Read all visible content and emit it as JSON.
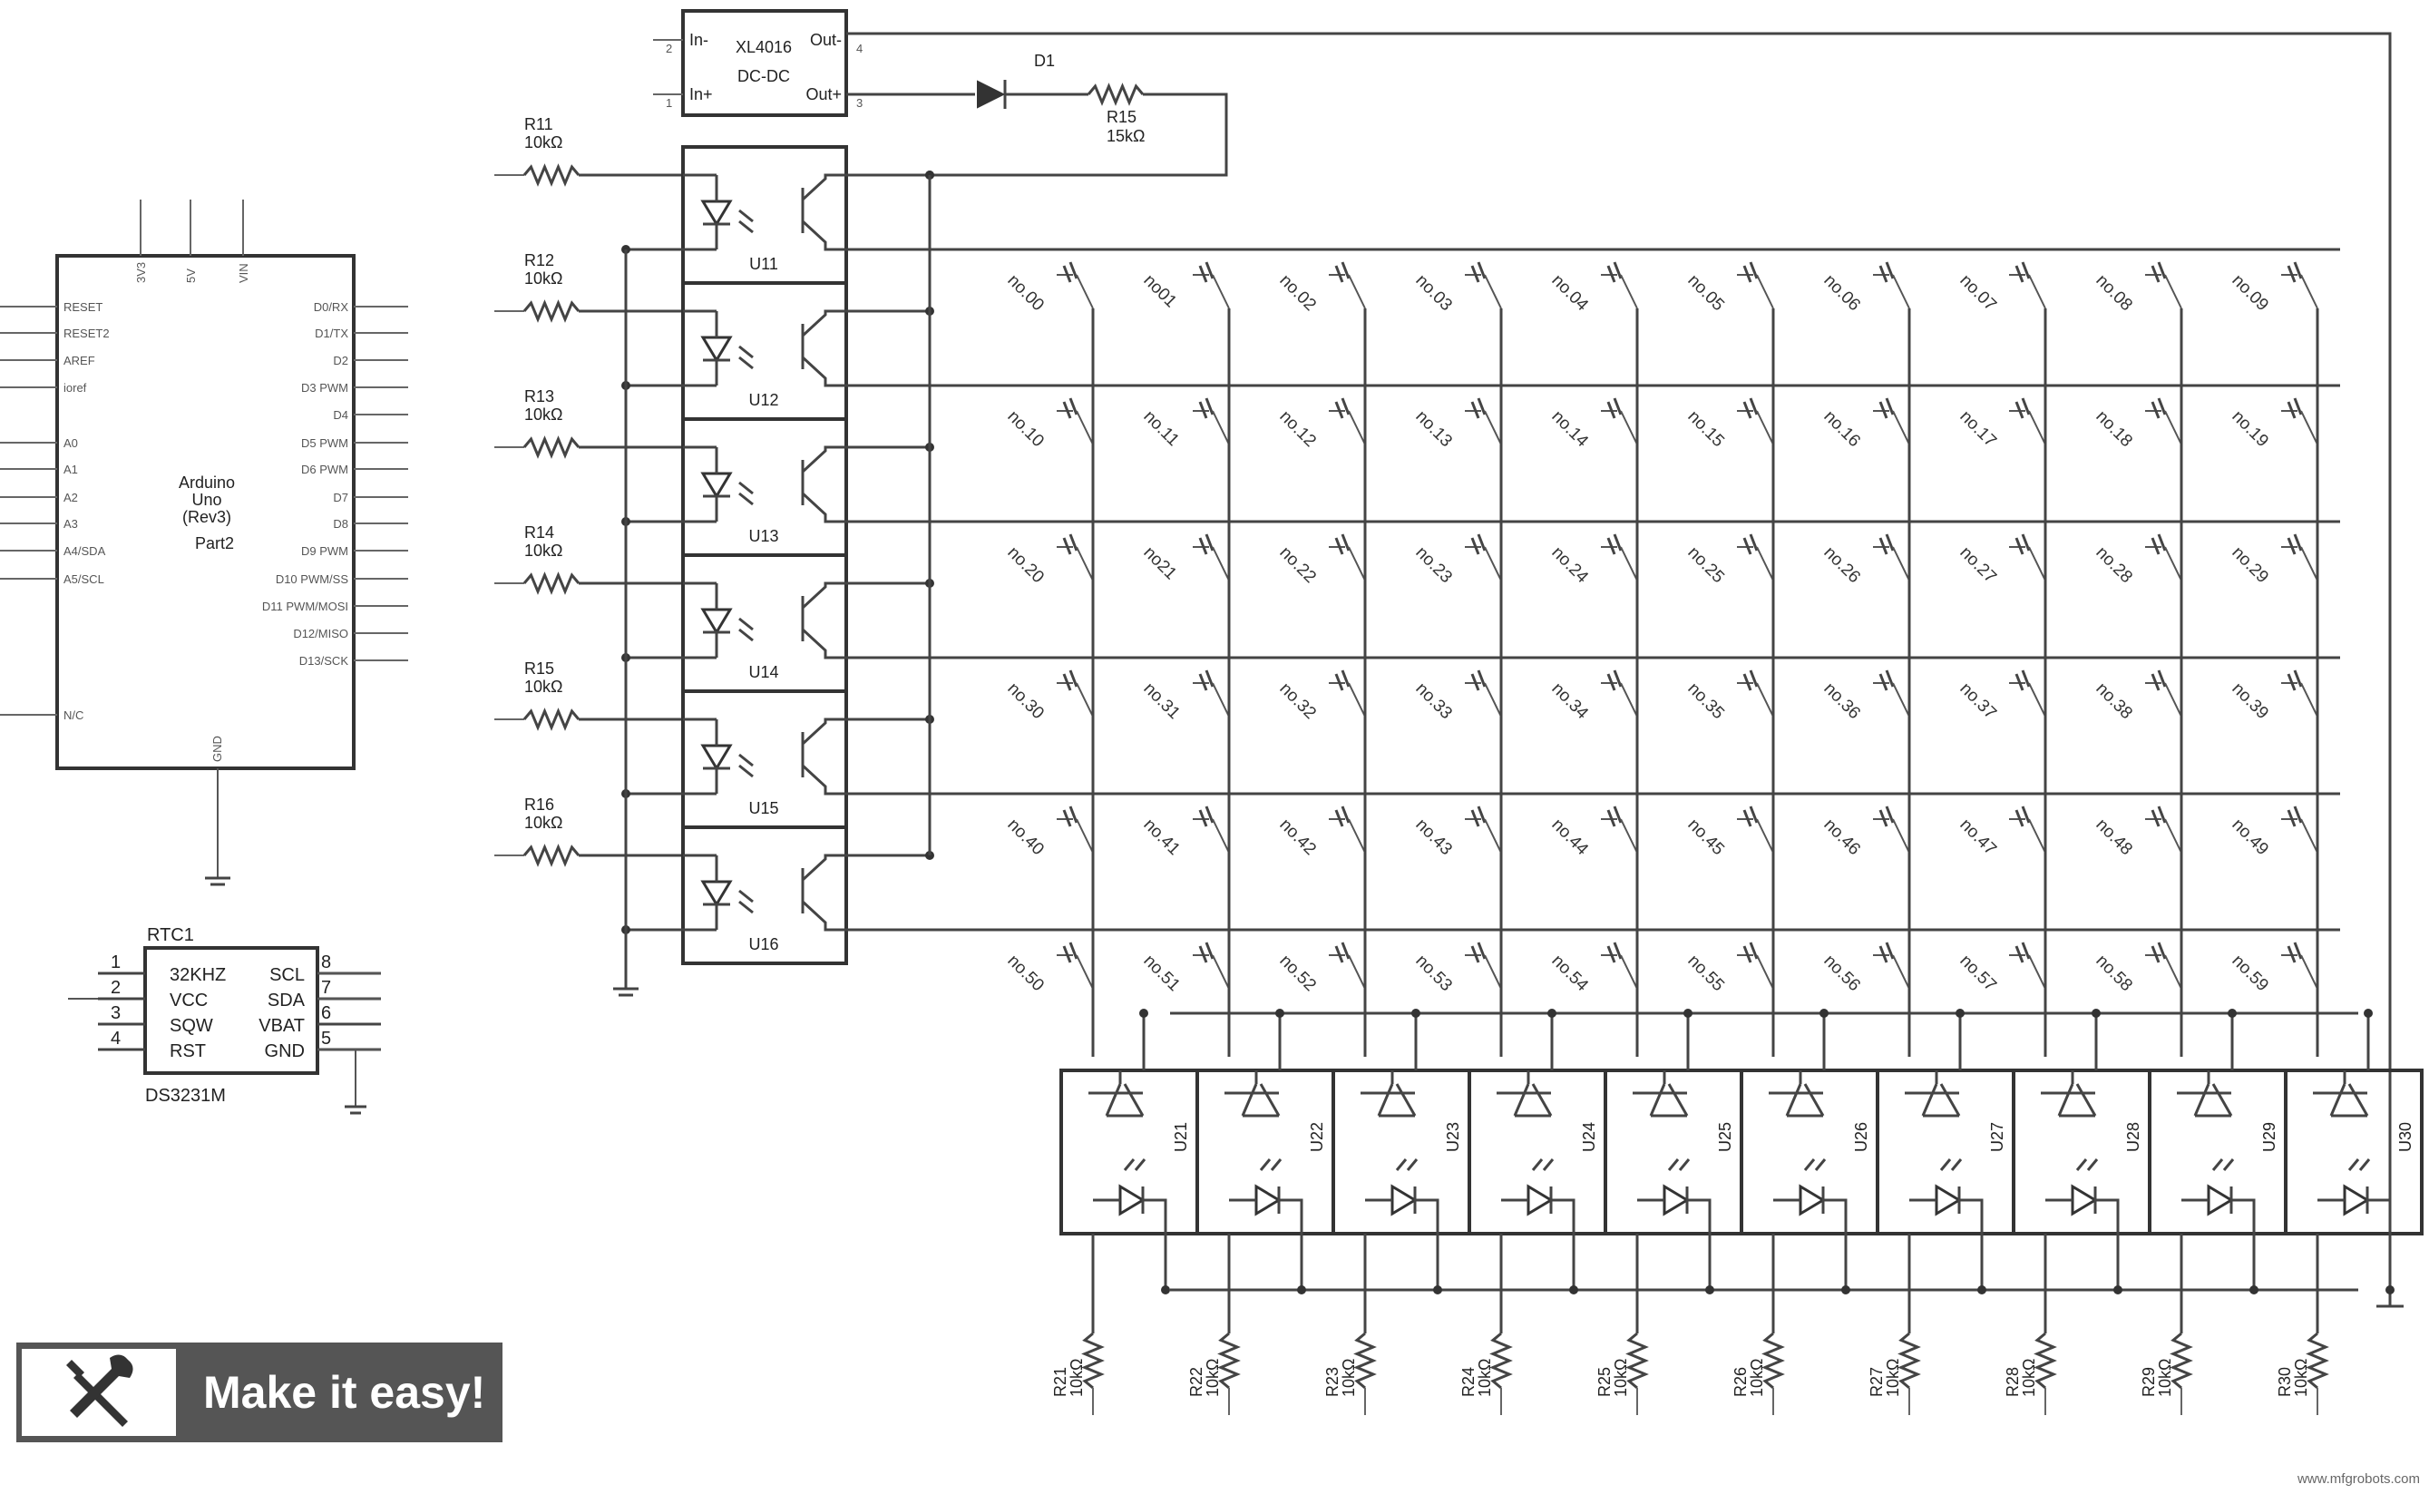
{
  "arduino": {
    "title_line1": "Arduino",
    "title_line2": "Uno",
    "title_line3": "(Rev3)",
    "part": "Part2",
    "top_pins": [
      "3V3",
      "5V",
      "VIN"
    ],
    "left_pins": [
      "RESET",
      "RESET2",
      "AREF",
      "ioref",
      "A0",
      "A1",
      "A2",
      "A3",
      "A4/SDA",
      "A5/SCL",
      "N/C"
    ],
    "right_pins": [
      "D0/RX",
      "D1/TX",
      "D2",
      "D3 PWM",
      "D4",
      "D5 PWM",
      "D6 PWM",
      "D7",
      "D8",
      "D9 PWM",
      "D10 PWM/SS",
      "D11 PWM/MOSI",
      "D12/MISO",
      "D13/SCK"
    ],
    "gnd": "GND"
  },
  "rtc": {
    "name": "RTC1",
    "part": "DS3231M",
    "left_nums": [
      "1",
      "2",
      "3",
      "4"
    ],
    "left_labels": [
      "32KHZ",
      "VCC",
      "SQW",
      "RST"
    ],
    "right_labels": [
      "SCL",
      "SDA",
      "VBAT",
      "GND"
    ],
    "right_nums": [
      "8",
      "7",
      "6",
      "5"
    ]
  },
  "converter": {
    "name": "XL4016",
    "type": "DC-DC",
    "in_minus": "In-",
    "in_plus": "In+",
    "out_minus": "Out-",
    "out_plus": "Out+",
    "pin_nums": [
      "2",
      "1",
      "4",
      "3"
    ]
  },
  "d1": {
    "name": "D1"
  },
  "r15": {
    "name": "R15",
    "value": "15kΩ"
  },
  "row_resistors": [
    {
      "name": "R11",
      "value": "10kΩ"
    },
    {
      "name": "R12",
      "value": "10kΩ"
    },
    {
      "name": "R13",
      "value": "10kΩ"
    },
    {
      "name": "R14",
      "value": "10kΩ"
    },
    {
      "name": "R15",
      "value": "10kΩ"
    },
    {
      "name": "R16",
      "value": "10kΩ"
    }
  ],
  "row_couplers": [
    "U11",
    "U12",
    "U13",
    "U14",
    "U15",
    "U16"
  ],
  "col_couplers": [
    "U21",
    "U22",
    "U23",
    "U24",
    "U25",
    "U26",
    "U27",
    "U28",
    "U29",
    "U30"
  ],
  "col_resistors": [
    {
      "name": "R21",
      "value": "10kΩ"
    },
    {
      "name": "R22",
      "value": "10kΩ"
    },
    {
      "name": "R23",
      "value": "10kΩ"
    },
    {
      "name": "R24",
      "value": "10kΩ"
    },
    {
      "name": "R25",
      "value": "10kΩ"
    },
    {
      "name": "R26",
      "value": "10kΩ"
    },
    {
      "name": "R27",
      "value": "10kΩ"
    },
    {
      "name": "R28",
      "value": "10kΩ"
    },
    {
      "name": "R29",
      "value": "10kΩ"
    },
    {
      "name": "R30",
      "value": "10kΩ"
    }
  ],
  "switches": [
    [
      "no.00",
      "no01",
      "no.02",
      "no.03",
      "no.04",
      "no.05",
      "no.06",
      "no.07",
      "no.08",
      "no.09"
    ],
    [
      "no.10",
      "no.11",
      "no.12",
      "no.13",
      "no.14",
      "no.15",
      "no.16",
      "no.17",
      "no.18",
      "no.19"
    ],
    [
      "no.20",
      "no21",
      "no.22",
      "no.23",
      "no.24",
      "no.25",
      "no.26",
      "no.27",
      "no.28",
      "no.29"
    ],
    [
      "no.30",
      "no.31",
      "no.32",
      "no.33",
      "no.34",
      "no.35",
      "no.36",
      "no.37",
      "no.38",
      "no.39"
    ],
    [
      "no.40",
      "no.41",
      "no.42",
      "no.43",
      "no.44",
      "no.45",
      "no.46",
      "no.47",
      "no.48",
      "no.49"
    ],
    [
      "no.50",
      "no.51",
      "no.52",
      "no.53",
      "no.54",
      "no.55",
      "no.56",
      "no.57",
      "no.58",
      "no.59"
    ]
  ],
  "brand": {
    "text": "Make it easy!",
    "icon": "tools-icon"
  },
  "watermark": "www.mfgrobots.com"
}
